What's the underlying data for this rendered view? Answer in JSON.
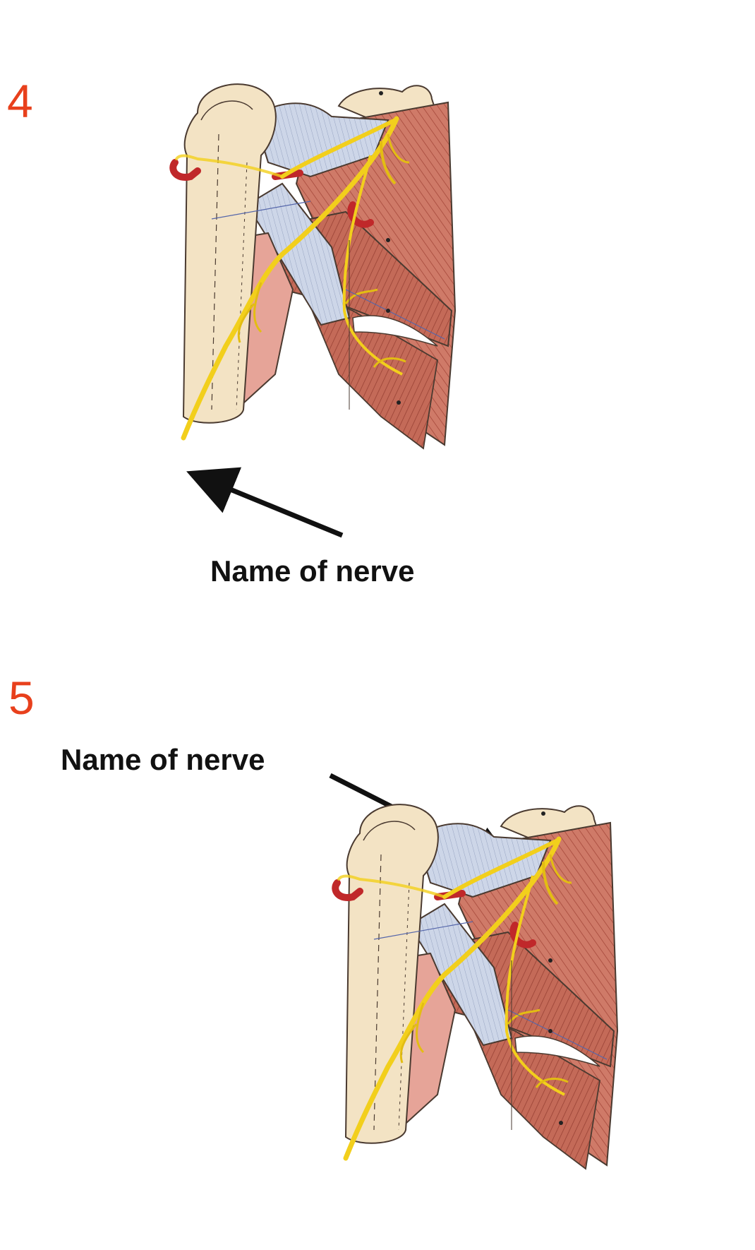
{
  "questions": [
    {
      "number": "4",
      "label": "Name of nerve"
    },
    {
      "number": "5",
      "label": "Name of nerve"
    }
  ],
  "colors": {
    "number": "#e8401c",
    "bone": "#f3e3c4",
    "ligament": "#c9d3e6",
    "muscle": "#cf7a68",
    "muscle_dark": "#b85e4c",
    "nerve": "#f2cf1c",
    "artery": "#c0282a",
    "outline": "#4a3a30"
  },
  "icons": [
    "arrow-icon",
    "shoulder-anatomy-illustration"
  ]
}
